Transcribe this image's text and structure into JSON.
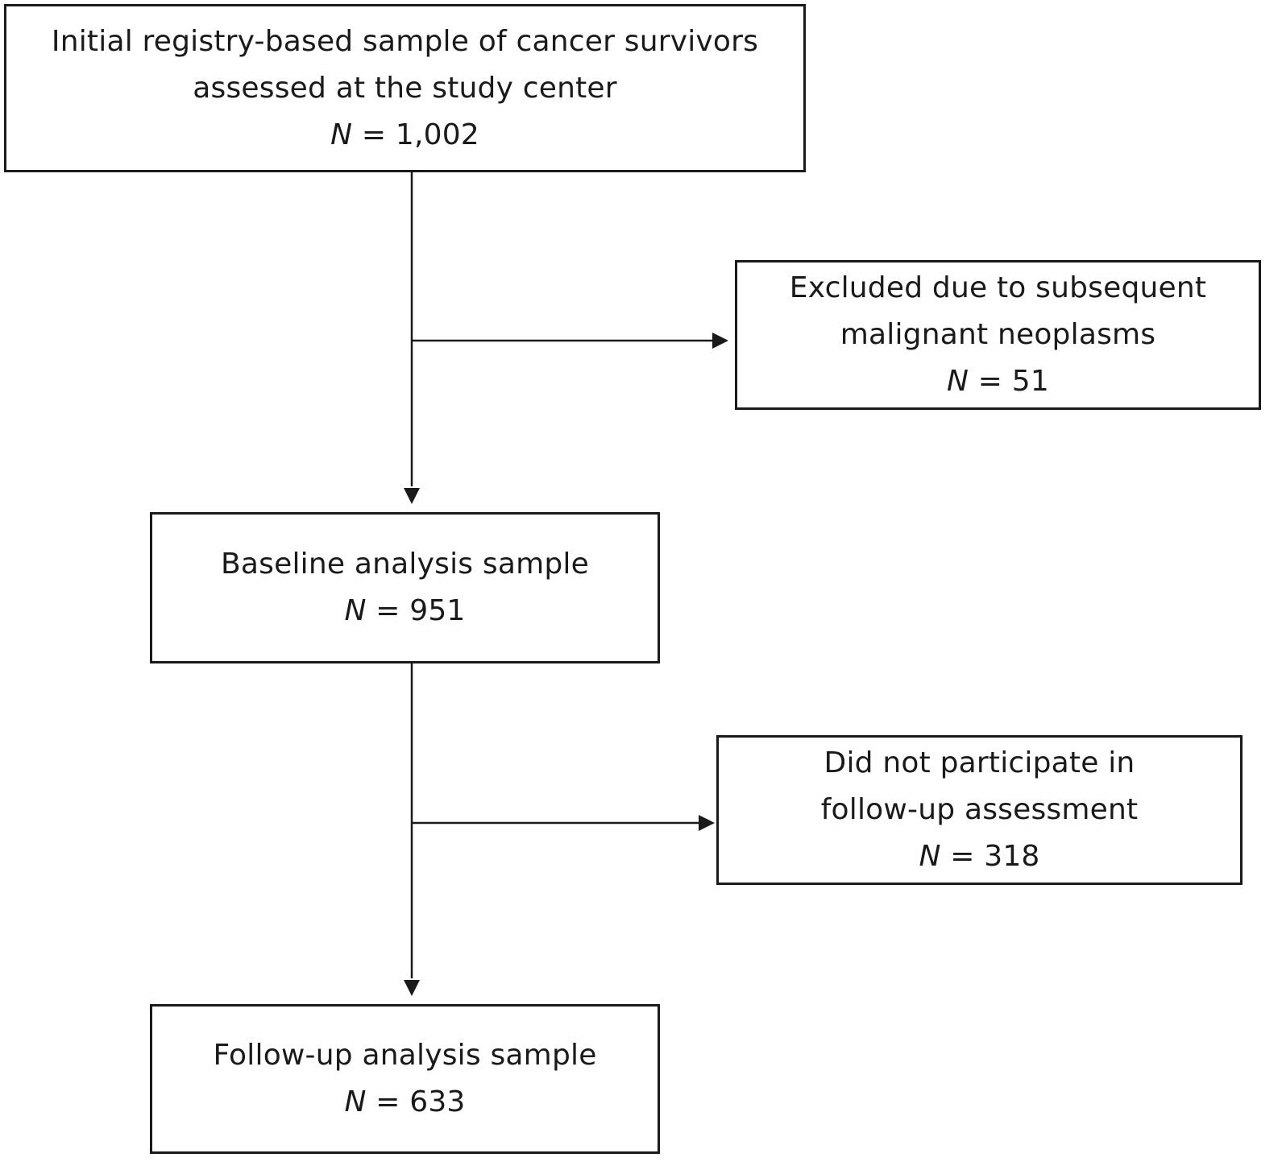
{
  "boxes": {
    "initial": {
      "lines": [
        "Initial registry-based sample of cancer survivors",
        "assessed at the study center"
      ],
      "n_var": "N",
      "n_value": " = 1,002"
    },
    "excluded": {
      "lines": [
        "Excluded due to subsequent",
        "malignant neoplasms"
      ],
      "n_var": "N",
      "n_value": " = 51"
    },
    "baseline": {
      "lines": [
        "Baseline analysis sample"
      ],
      "n_var": "N",
      "n_value": " = 951"
    },
    "nonparticipation": {
      "lines": [
        "Did not participate in",
        "follow-up assessment"
      ],
      "n_var": "N",
      "n_value": " = 318"
    },
    "followup": {
      "lines": [
        "Follow-up analysis sample"
      ],
      "n_var": "N",
      "n_value": " = 633"
    }
  },
  "colors": {
    "stroke": "#1a1a1a",
    "background": "#ffffff"
  }
}
